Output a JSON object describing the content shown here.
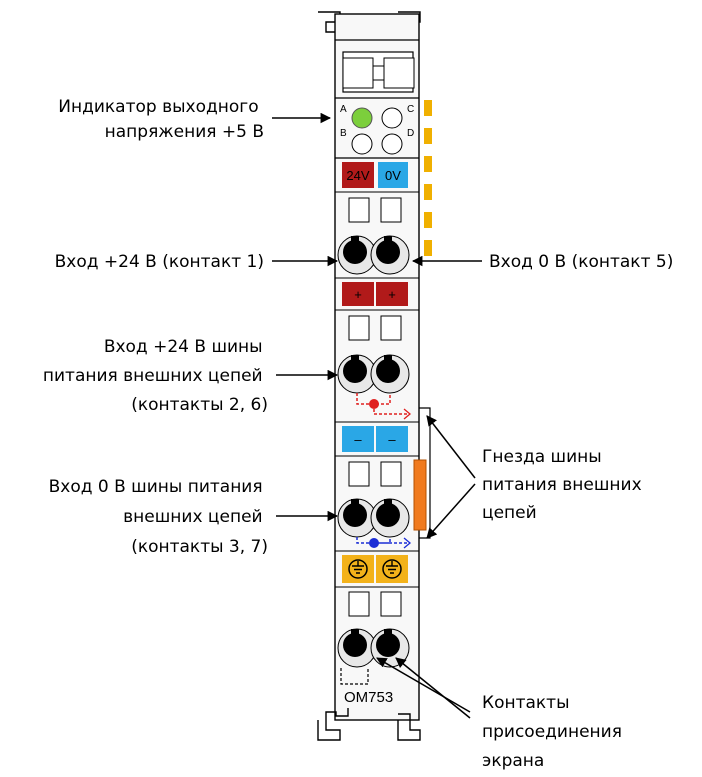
{
  "labels": {
    "output_voltage_indicator": [
      "Индикатор выходного",
      "напряжения +5 В"
    ],
    "input_24v": [
      "Вход +24 В (контакт 1)"
    ],
    "input_0v": [
      "Вход 0 В (контакт 5)"
    ],
    "bus_24v": [
      "Вход +24 В шины",
      "питания внешних цепей",
      "(контакты 2, 6)"
    ],
    "bus_0v": [
      "Вход 0 В шины питания",
      "внешних цепей",
      "(контакты 3, 7)"
    ],
    "bus_sockets": [
      "Гнезда шины",
      "питания внешних",
      "цепей"
    ],
    "shield_contacts": [
      "Контакты",
      "присоединения",
      "экрана"
    ]
  },
  "module": {
    "model": "OM753",
    "led_letters": [
      "A",
      "B",
      "C",
      "D"
    ],
    "terminal_24v": "24V",
    "terminal_0v": "0V",
    "plus": "+",
    "minus": "–"
  },
  "colors": {
    "red": "#b11a1a",
    "blue": "#2aa7e6",
    "led_green": "#7ccf3c",
    "gold": "#f0b000",
    "ground": "#f3b21a",
    "orange_bar": "#f07a1e",
    "dot_red": "#e0201f",
    "dot_blue": "#1b2dd6"
  }
}
